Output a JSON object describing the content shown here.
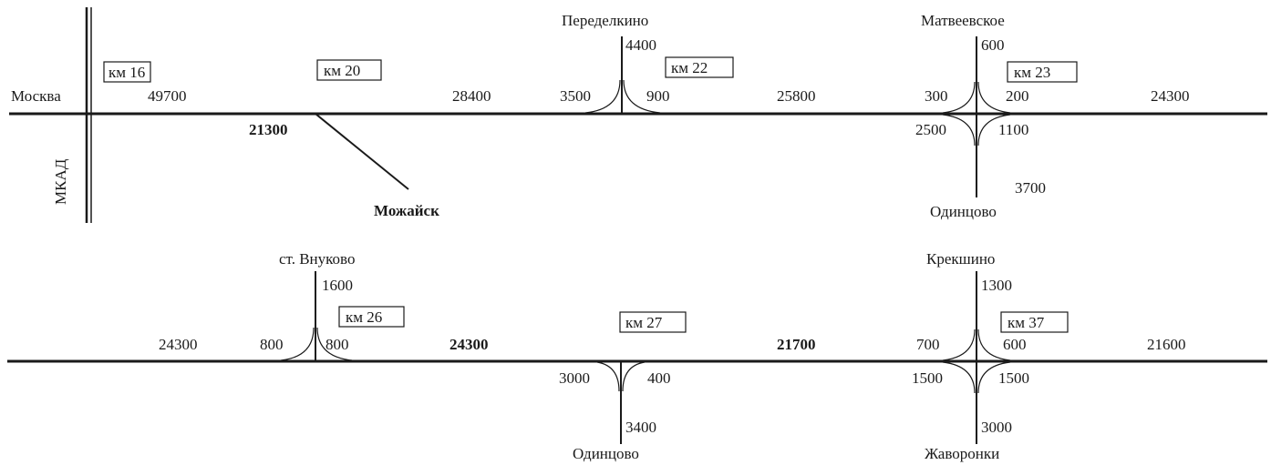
{
  "top": {
    "city": "Москва",
    "ring": "МКАД",
    "km": {
      "k16": "км 16",
      "k20": "км 20",
      "k22": "км 22",
      "k23": "км 23"
    },
    "flows": {
      "f49700": "49700",
      "f28400": "28400",
      "f25800": "25800",
      "f24300": "24300",
      "f21300": "21300"
    },
    "branch": "Можайск",
    "peredelkino": {
      "name": "Переделкино",
      "stem": "4400",
      "left": "3500",
      "right": "900"
    },
    "matveevskoe": {
      "name": "Матвеевское",
      "up": "600",
      "up_left": "300",
      "up_right": "200",
      "down_left": "2500",
      "down_right": "1100",
      "down": "3700",
      "down_name": "Одинцово"
    }
  },
  "bottom": {
    "km": {
      "k26": "км 26",
      "k27": "км 27",
      "k37": "км 37"
    },
    "flows": {
      "f24300a": "24300",
      "f24300b": "24300",
      "f21700": "21700",
      "f21600": "21600"
    },
    "vnukovo": {
      "name": "ст. Внуково",
      "stem": "1600",
      "left": "800",
      "right": "800"
    },
    "odintsovo": {
      "name": "Одинцово",
      "stem": "3400",
      "left": "3000",
      "right": "400"
    },
    "kreshino": {
      "name": "Крекшино",
      "up": "1300",
      "up_left": "700",
      "up_right": "600",
      "down_left": "1500",
      "down_right": "1500",
      "down": "3000",
      "down_name": "Жаворонки"
    }
  }
}
